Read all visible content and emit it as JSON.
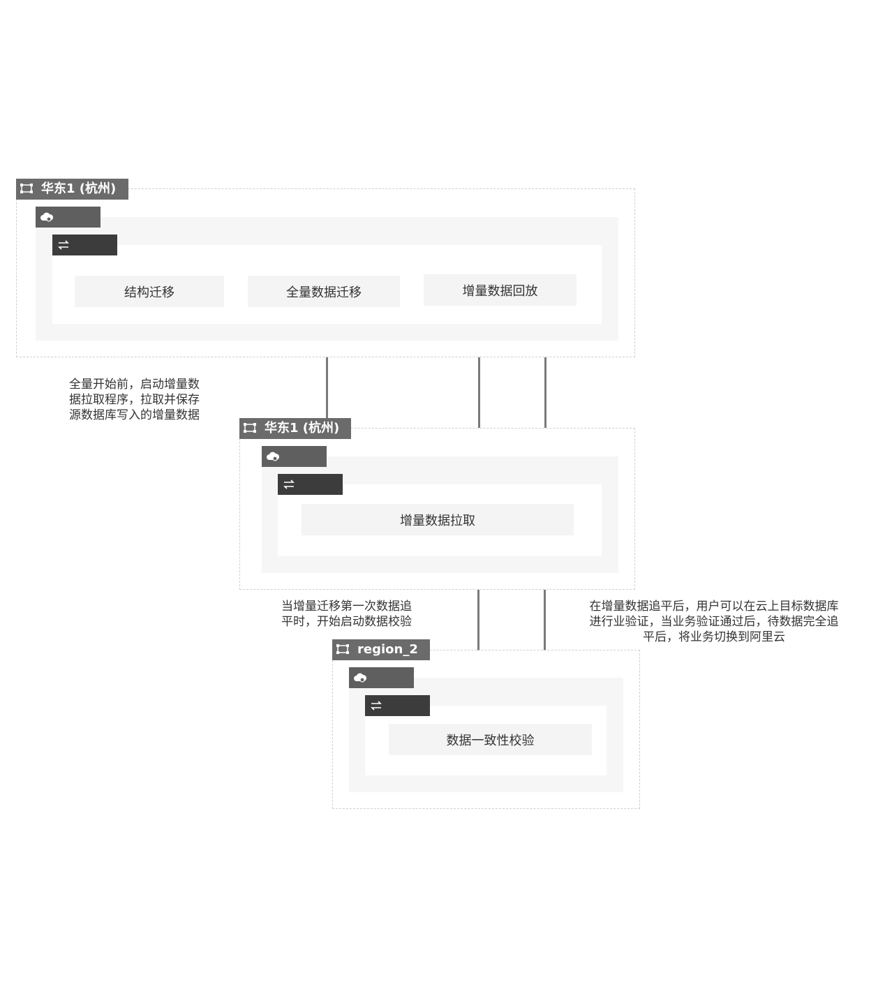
{
  "regions": [
    {
      "label": "华东1 (杭州)",
      "steps": [
        "结构迁移",
        "全量数据迁移",
        "增量数据回放"
      ]
    },
    {
      "label": "华东1 (杭州)",
      "steps": [
        "增量数据拉取"
      ]
    },
    {
      "label": "region_2",
      "steps": [
        "数据一致性校验"
      ]
    }
  ],
  "notes": {
    "note_1_lines": [
      "全量开始前，启动增量数",
      "据拉取程序，拉取并保存",
      "源数据库写入的增量数据"
    ],
    "note_2_lines": [
      "当增量迁移第一次数据追",
      "平时，开始启动数据校验"
    ],
    "note_3_lines": [
      "在增量数据追平后，用户可以在云上目标数据库",
      "进行业验证，当业务验证通过后，待数据完全追",
      "平后，将业务切换到阿里云"
    ]
  },
  "icons": {
    "region": "region-icon",
    "cloud": "cloud-icon",
    "sync": "sync-arrows-icon"
  },
  "colors": {
    "region_label_bg": "#6b6b6b",
    "cloud_tag_bg": "#5f5f5f",
    "sync_tag_bg": "#3c3c3c",
    "connector": "#7a7a7a"
  }
}
